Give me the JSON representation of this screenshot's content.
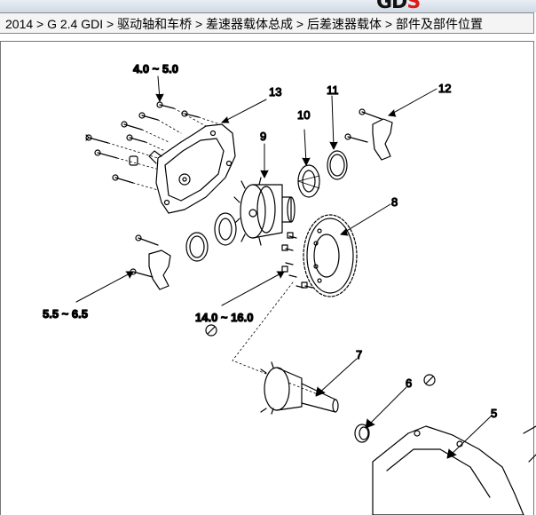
{
  "header": {
    "logo_dark": "GD",
    "logo_red": "S",
    "breadcrumb": "2014 > G 2.4 GDI > 驱动轴和车桥 > 差速器载体总成 > 后差速器载体 > 部件及部件位置"
  },
  "diagram": {
    "callouts": [
      "13",
      "9",
      "10",
      "11",
      "12",
      "8",
      "7",
      "6",
      "5"
    ],
    "torques": [
      "4.0 ~ 5.0",
      "5.5 ~ 6.5",
      "14.0 ~ 16.0"
    ]
  },
  "colors": {
    "line": "#000000",
    "accent": "#e01818"
  }
}
